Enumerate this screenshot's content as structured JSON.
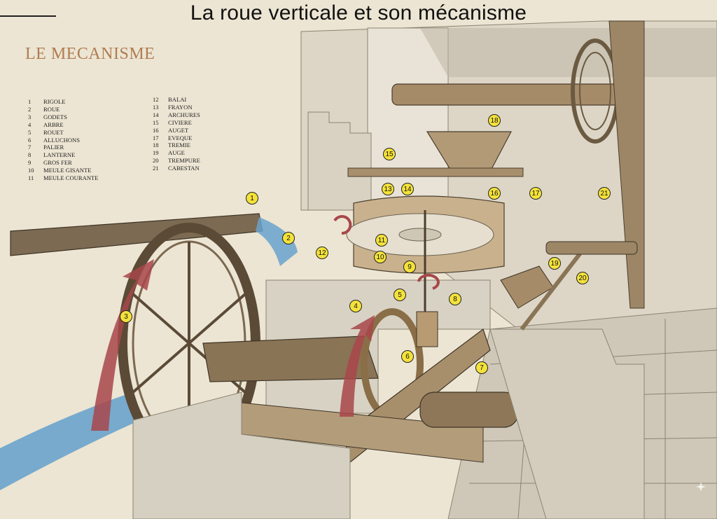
{
  "title": "La roue verticale et son mécanisme",
  "section_heading": "LE MECANISME",
  "legend": [
    {
      "num": "1",
      "label": "RIGOLE"
    },
    {
      "num": "2",
      "label": "ROUE"
    },
    {
      "num": "3",
      "label": "GODETS"
    },
    {
      "num": "4",
      "label": "ARBRE"
    },
    {
      "num": "5",
      "label": "ROUET"
    },
    {
      "num": "6",
      "label": "ALLUCHONS"
    },
    {
      "num": "7",
      "label": "PALIER"
    },
    {
      "num": "8",
      "label": "LANTERNE"
    },
    {
      "num": "9",
      "label": "GROS FER"
    },
    {
      "num": "10",
      "label": "MEULE GISANTE"
    },
    {
      "num": "11",
      "label": "MEULE COURANTE"
    },
    {
      "num": "12",
      "label": "BALAI"
    },
    {
      "num": "13",
      "label": "FRAYON"
    },
    {
      "num": "14",
      "label": "ARCHURES"
    },
    {
      "num": "15",
      "label": "CIVIERE"
    },
    {
      "num": "16",
      "label": "AUGET"
    },
    {
      "num": "17",
      "label": "EVEQUE"
    },
    {
      "num": "18",
      "label": "TREMIE"
    },
    {
      "num": "19",
      "label": "AUGE"
    },
    {
      "num": "20",
      "label": "TREMPURE"
    },
    {
      "num": "21",
      "label": "CABESTAN"
    }
  ],
  "markers": [
    "1",
    "2",
    "3",
    "4",
    "5",
    "6",
    "7",
    "8",
    "9",
    "10",
    "11",
    "12",
    "13",
    "14",
    "15",
    "16",
    "17",
    "18",
    "19",
    "20",
    "21"
  ],
  "colors": {
    "paper": "#ece5d3",
    "heading": "#b07c52",
    "marker_fill": "#f4e23a",
    "arrow_red": "#a8474a",
    "water": "#6aa3cc",
    "wood": "#a08a6a",
    "stone": "#d6d0c2"
  },
  "icons": {
    "sparkle": "sparkle-icon"
  }
}
